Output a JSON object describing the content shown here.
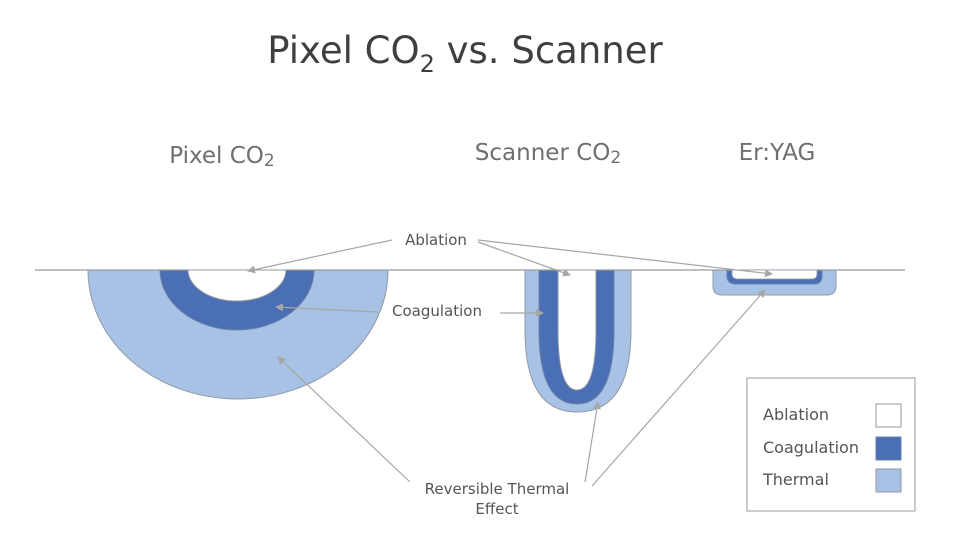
{
  "title": {
    "main": "Pixel CO",
    "subscript": "2",
    "rest": " vs. Scanner"
  },
  "columns": [
    {
      "label": "Pixel CO",
      "subscript": "2"
    },
    {
      "label": "Scanner CO",
      "subscript": "2"
    },
    {
      "label": "Er:YAG",
      "subscript": ""
    }
  ],
  "callouts": {
    "ablation": "Ablation",
    "coagulation": "Coagulation",
    "thermal_line1": "Reversible Thermal",
    "thermal_line2": "Effect"
  },
  "legend": {
    "items": [
      {
        "label": "Ablation",
        "color": "#ffffff"
      },
      {
        "label": "Coagulation",
        "color": "#4a6fb5"
      },
      {
        "label": "Thermal",
        "color": "#a8c2e6"
      }
    ]
  },
  "colors": {
    "thermal": "#a8c2e6",
    "coagulation": "#4a6fb5",
    "ablation": "#ffffff",
    "skin_line": "#9a9a9a",
    "outline": "#8f9aa6"
  }
}
